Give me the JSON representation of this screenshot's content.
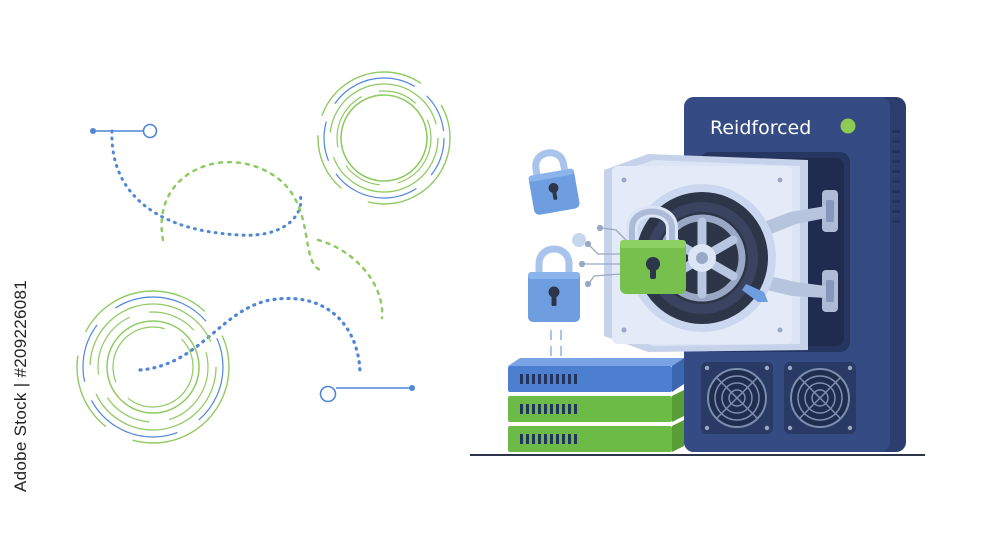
{
  "server": {
    "title": "Reidforced",
    "status_light": "on"
  },
  "stock_id": "Adobe Stock | #209226081",
  "colors": {
    "server_body": "#344b84",
    "server_side": "#2b3e6e",
    "vault_panel": "#dbe5f6",
    "vault_dial": "#2d3548",
    "lock_blue": "#6f9ee0",
    "lock_green": "#77c04e",
    "drive_blue": "#4d7fd0",
    "drive_green": "#6cbb47",
    "accent_green_lines": "#8fca63",
    "accent_blue_lines": "#4f86d6"
  },
  "icons": [
    "padlock-icon",
    "open-padlock-icon",
    "vault-wheel-icon",
    "cooling-fan-icon",
    "status-light-icon"
  ]
}
